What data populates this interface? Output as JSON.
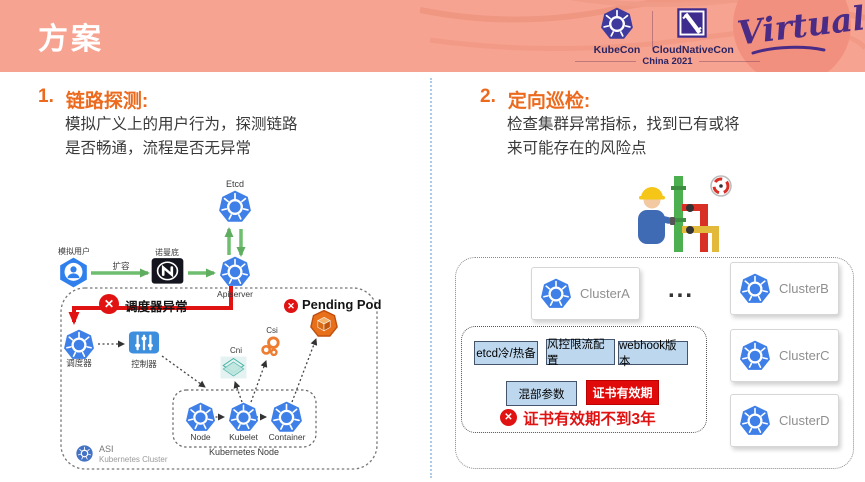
{
  "header": {
    "title": "方案",
    "kubecon": "KubeCon",
    "cloudnativecon": "CloudNativeCon",
    "china": "China 2021",
    "virtual": "Virtual"
  },
  "left": {
    "heading_num": "1.",
    "heading": "链路探测:",
    "body1": "模拟广义上的用户行为，探测链路",
    "body2": "是否畅通，流程是否无异常",
    "labels": {
      "etcd": "Etcd",
      "sim_user": "模拟用户",
      "scale": "扩容",
      "normandy": "诺曼底",
      "apiserver": "Apiserver",
      "scheduler_error": "调度器异常",
      "scheduler": "调度器",
      "controller": "控制器",
      "cni": "Cni",
      "csi": "Csi",
      "pending_pod": "Pending Pod",
      "node": "Node",
      "kubelet": "Kubelet",
      "container": "Container",
      "k8s_node": "Kubernetes Node",
      "asi": "ASI",
      "asi_sub": "Kubernetes Cluster"
    }
  },
  "right": {
    "heading_num": "2.",
    "heading": "定向巡检:",
    "body1": "检查集群异常指标，找到已有或将",
    "body2": "来可能存在的风险点",
    "clusters": [
      "ClusterA",
      "ClusterB",
      "ClusterC",
      "ClusterD"
    ],
    "ellipsis": "...",
    "tags": [
      "etcd冷/热备",
      "风控限流配置",
      "webhook版本",
      "混部参数"
    ],
    "alert_tag": "证书有效期",
    "alert_text": "证书有效期不到3年"
  },
  "icons": {
    "error_x": "✕"
  },
  "colors": {
    "header_bg": "#F7A392",
    "accent_orange": "#EC6A1E",
    "k8s_blue": "#3E7FE8",
    "logo_purple": "#3F3B9E",
    "green_arrow": "#6FBE6F",
    "error_red": "#E01212",
    "tag_bg": "#BDD7EE",
    "pod_orange": "#E8701A"
  }
}
